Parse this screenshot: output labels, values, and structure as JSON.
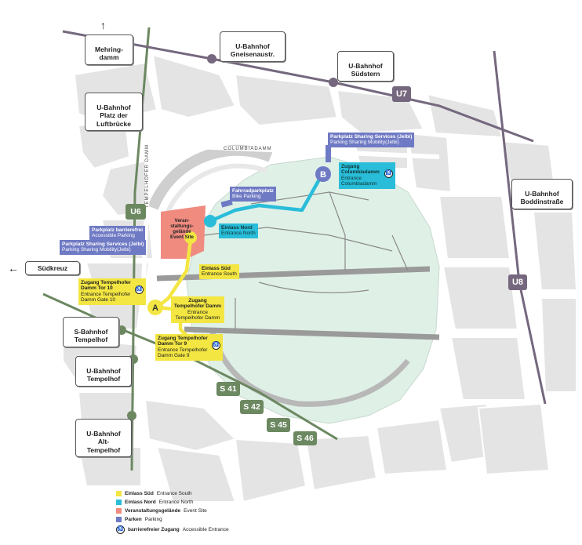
{
  "stations": {
    "mehringdamm": "Mehring-\ndamm",
    "gneisenau": "U-Bahnhof\nGneisenaustr.",
    "suedstern": "U-Bahnhof\nSüdstern",
    "platz_luftbruecke": "U-Bahnhof\nPlatz der\nLuftbrücke",
    "boddinstrasse": "U-Bahnhof\nBoddinstraße",
    "suedkreuz": "Südkreuz",
    "s_tempelhof": "S-Bahnhof\nTempelhof",
    "u_tempelhof": "U-Bahnhof\nTempelhof",
    "alt_tempelhof": "U-Bahnhof\nAlt-\nTempelhof"
  },
  "lines": {
    "u6": "U6",
    "u7": "U7",
    "u8": "U8",
    "s41": "S 41",
    "s42": "S 42",
    "s45": "S 45",
    "s46": "S 46"
  },
  "streets": {
    "columbiadamm": "COLUMBIADAMM",
    "tempelhofer_damm": "TEMPELHOFER DAMM"
  },
  "markers": {
    "a": "A",
    "b": "B"
  },
  "labels": {
    "jelbi_top_title": "Parkplatz Sharing Services (Jelbi)",
    "jelbi_top_sub": "Parking Sharing Mobility(Jelbi)",
    "columbiadamm_title": "Zugang Columbiadamm",
    "columbiadamm_sub": "Entrance Columbiadamm",
    "fahrrad_title": "Fahrradparkplatz",
    "fahrrad_sub": "Bike Parking",
    "einlass_nord_title": "Einlass Nord",
    "einlass_nord_sub": "Entrance North",
    "event_site": "Veran-\nstaltungs-\ngelände\nEvent Site",
    "barrierefrei_title": "Parkplatz barrierefrei",
    "barrierefrei_sub": "Accessible Parking",
    "jelbi_left_title": "Parkplatz Sharing Services (Jelbi)",
    "jelbi_left_sub": "Parking Sharing Mobility(Jelbi)",
    "einlass_sued_title": "Einlass Süd",
    "einlass_sued_sub": "Entrance South",
    "tor10_title": "Zugang Tempelhofer Damm Tor 10",
    "tor10_sub": "Entrance Tempelhofer Damm Gate 10",
    "td_title": "Zugang Tempelhofer Damm",
    "td_sub": "Entrance Tempelhofer Damm",
    "tor9_title": "Zugang Tempelhofer Damm Tor 9",
    "tor9_sub": "Entrance Tempelhofer Damm Gate 9"
  },
  "legend": {
    "south_bold": "Einlass Süd",
    "south_rest": "Entrance South",
    "north_bold": "Einlass Nord",
    "north_rest": "Entrance North",
    "event_bold": "Veranstaltungsgelände",
    "event_rest": "Event Site",
    "parking_bold": "Parken",
    "parking_rest": "Parking",
    "access_bold": "barrierefreier Zugang",
    "access_rest": "Accessible Entrance"
  },
  "colors": {
    "north": "#29bdd9",
    "south": "#f3e642",
    "event": "#f08b80",
    "parking": "#6f7ac4",
    "u_line": "#75687e",
    "s_line": "#6c8861",
    "field": "#dff0e7",
    "blocks": "#e3e3e3"
  }
}
